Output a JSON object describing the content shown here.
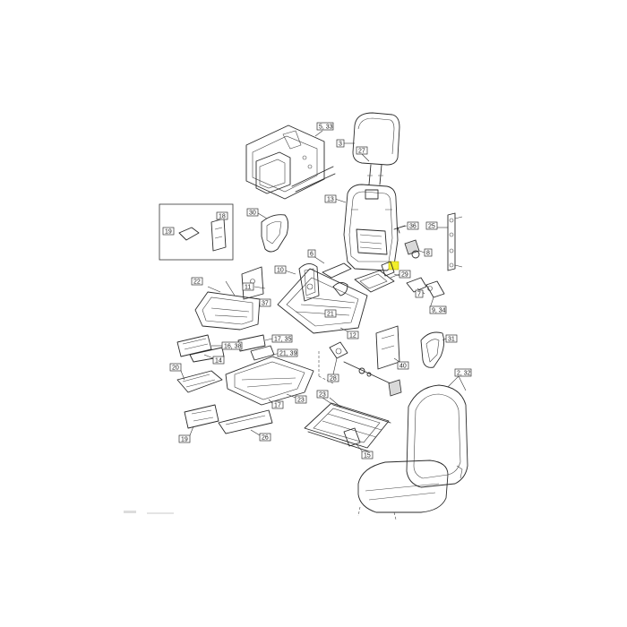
{
  "diagram": {
    "callouts": [
      {
        "id": "c-5-33",
        "label": "5, 33"
      },
      {
        "id": "c-3",
        "label": "3"
      },
      {
        "id": "c-27",
        "label": "27"
      },
      {
        "id": "c-13a",
        "label": "13"
      },
      {
        "id": "c-18a",
        "label": "18"
      },
      {
        "id": "c-19a",
        "label": "19"
      },
      {
        "id": "c-30",
        "label": "30"
      },
      {
        "id": "c-36",
        "label": "36"
      },
      {
        "id": "c-25",
        "label": "25"
      },
      {
        "id": "c-6",
        "label": "6"
      },
      {
        "id": "c-8",
        "label": "8"
      },
      {
        "id": "c-10",
        "label": "10"
      },
      {
        "id": "c-11",
        "label": "11"
      },
      {
        "id": "c-21a",
        "label": "21"
      },
      {
        "id": "c-29",
        "label": "29"
      },
      {
        "id": "c-9-34",
        "label": "9, 34"
      },
      {
        "id": "c-7",
        "label": "7"
      },
      {
        "id": "c-22",
        "label": "22"
      },
      {
        "id": "c-37",
        "label": "37"
      },
      {
        "id": "c-12",
        "label": "12"
      },
      {
        "id": "c-16-38",
        "label": "16, 38"
      },
      {
        "id": "c-17-35",
        "label": "17, 35"
      },
      {
        "id": "c-14",
        "label": "14"
      },
      {
        "id": "c-21-39",
        "label": "21, 39"
      },
      {
        "id": "c-20",
        "label": "20"
      },
      {
        "id": "c-28",
        "label": "28"
      },
      {
        "id": "c-40",
        "label": "40"
      },
      {
        "id": "c-31",
        "label": "31"
      },
      {
        "id": "c-2-32",
        "label": "2, 32"
      },
      {
        "id": "c-23a",
        "label": "23"
      },
      {
        "id": "c-17",
        "label": "17"
      },
      {
        "id": "c-23b",
        "label": "23"
      },
      {
        "id": "c-19b",
        "label": "19"
      },
      {
        "id": "c-26",
        "label": "26"
      },
      {
        "id": "c-15",
        "label": "15"
      }
    ],
    "highlight_color": "#f2ee2a"
  }
}
